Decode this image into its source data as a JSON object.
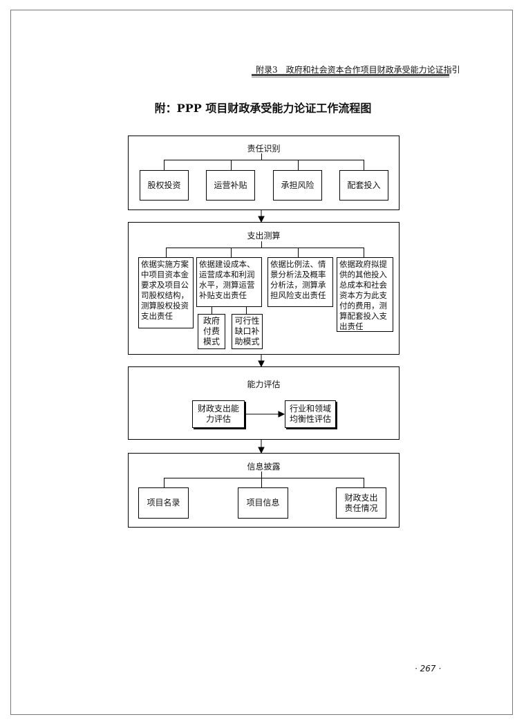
{
  "header": {
    "text": "附录3　政府和社会资本合作项目财政承受能力论证指引"
  },
  "title": "附：PPP 项目财政承受能力论证工作流程图",
  "flowchart": {
    "identification": {
      "title": "责任识别",
      "items": [
        "股权投资",
        "运营补贴",
        "承担风险",
        "配套投入"
      ]
    },
    "measurement": {
      "title": "支出测算",
      "items": [
        "依据实施方案中项目资本金要求及项目公司股权结构，测算股权投资支出责任",
        "依据建设成本、运营成本和利润水平，测算运营补贴支出责任",
        "依据比例法、情景分析法及概率分析法，测算承担风险支出责任",
        "依据政府拟提供的其他投入总成本和社会资本方为此支付的费用，测算配套投入支出责任"
      ],
      "sub_items": [
        "政府付费模式",
        "可行性缺口补助模式"
      ]
    },
    "evaluation": {
      "title": "能力评估",
      "items": [
        "财政支出能力评估",
        "行业和领域均衡性评估"
      ]
    },
    "disclosure": {
      "title": "信息披露",
      "items": [
        "项目名录",
        "项目信息",
        "财政支出责任情况"
      ]
    }
  },
  "page_number": "· 267 ·"
}
